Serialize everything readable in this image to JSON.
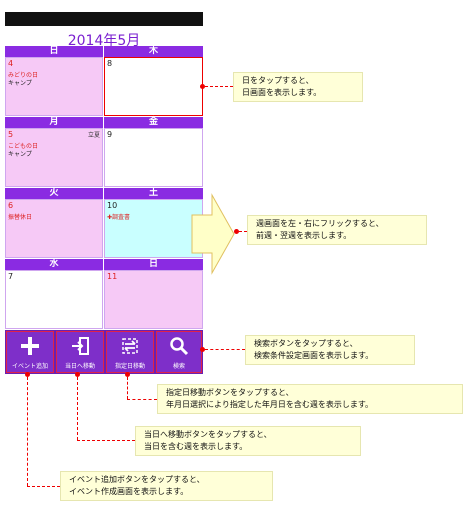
{
  "header": {
    "month_title": "2014年5月"
  },
  "calendar": {
    "headers": [
      "日",
      "木",
      "月",
      "金",
      "火",
      "土",
      "水",
      "日"
    ],
    "days": [
      {
        "num": "4",
        "events": [
          "みどりの日",
          "キャンプ"
        ]
      },
      {
        "num": "8",
        "events": []
      },
      {
        "num": "5",
        "corner": "立夏",
        "events": [
          "こどもの日",
          "キャンプ"
        ]
      },
      {
        "num": "9",
        "events": []
      },
      {
        "num": "6",
        "events": [
          "振替休日"
        ]
      },
      {
        "num": "10",
        "events": [
          "✚調査書"
        ]
      },
      {
        "num": "7",
        "events": []
      },
      {
        "num": "11",
        "events": []
      }
    ]
  },
  "toolbar": {
    "items": [
      {
        "label": "イベント追加",
        "icon": "plus-icon"
      },
      {
        "label": "当日へ移動",
        "icon": "enter-icon"
      },
      {
        "label": "指定日移動",
        "icon": "swap-icon"
      },
      {
        "label": "検索",
        "icon": "search-icon"
      }
    ]
  },
  "notes": {
    "day_tap": [
      "日をタップすると、",
      "日画面を表示します。"
    ],
    "flick": [
      "週画面を左・右にフリックすると、",
      "前週・翌週を表示します。"
    ],
    "search": [
      "検索ボタンをタップすると、",
      "検索条件設定画面を表示します。"
    ],
    "date_move": [
      "指定日移動ボタンをタップすると、",
      "年月日選択により指定した年月日を含む週を表示します。"
    ],
    "today": [
      "当日へ移動ボタンをタップすると、",
      "当日を含む週を表示します。"
    ],
    "add_event": [
      "イベント追加ボタンをタップすると、",
      "イベント作成画面を表示します。"
    ]
  },
  "colors": {
    "accent": "#8a2be2",
    "pointer": "#e00000",
    "weekend": "#f6c9f6",
    "today": "#c9ffff"
  }
}
